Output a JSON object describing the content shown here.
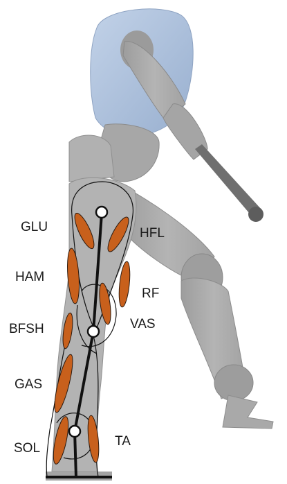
{
  "muscle_labels": {
    "glu": "GLU",
    "hfl": "HFL",
    "ham": "HAM",
    "rf": "RF",
    "vas": "VAS",
    "bfsh": "BFSH",
    "gas": "GAS",
    "sol": "SOL",
    "ta": "TA"
  },
  "colors": {
    "muscle_fill": "#c8601c",
    "muscle_stroke": "#2a1a10",
    "robot_gray": "#a9a9a9",
    "robot_shadow": "#8c8c8c",
    "robot_light": "#c6c6c6",
    "torso_blue": "#a9bdd8",
    "skeleton": "#111111"
  }
}
